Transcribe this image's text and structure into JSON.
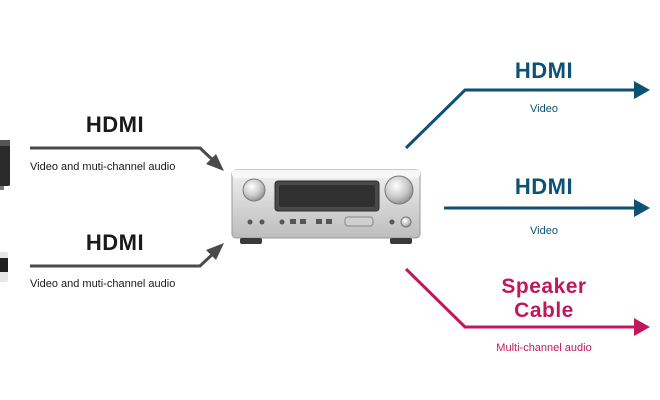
{
  "inputs": [
    {
      "title": "HDMI",
      "subtitle": "Video and muti-channel audio"
    },
    {
      "title": "HDMI",
      "subtitle": "Video and muti-channel audio"
    }
  ],
  "outputs": [
    {
      "title": "HDMI",
      "subtitle": "Video"
    },
    {
      "title": "HDMI",
      "subtitle": "Video"
    },
    {
      "title_line1": "Speaker",
      "title_line2": "Cable",
      "subtitle": "Multi-channel audio"
    }
  ],
  "colors": {
    "input_arrow": "#4a4a4a",
    "hdmi_output": "#0d5174",
    "speaker_output": "#c2185b",
    "receiver_body": "#d9d9d9"
  }
}
